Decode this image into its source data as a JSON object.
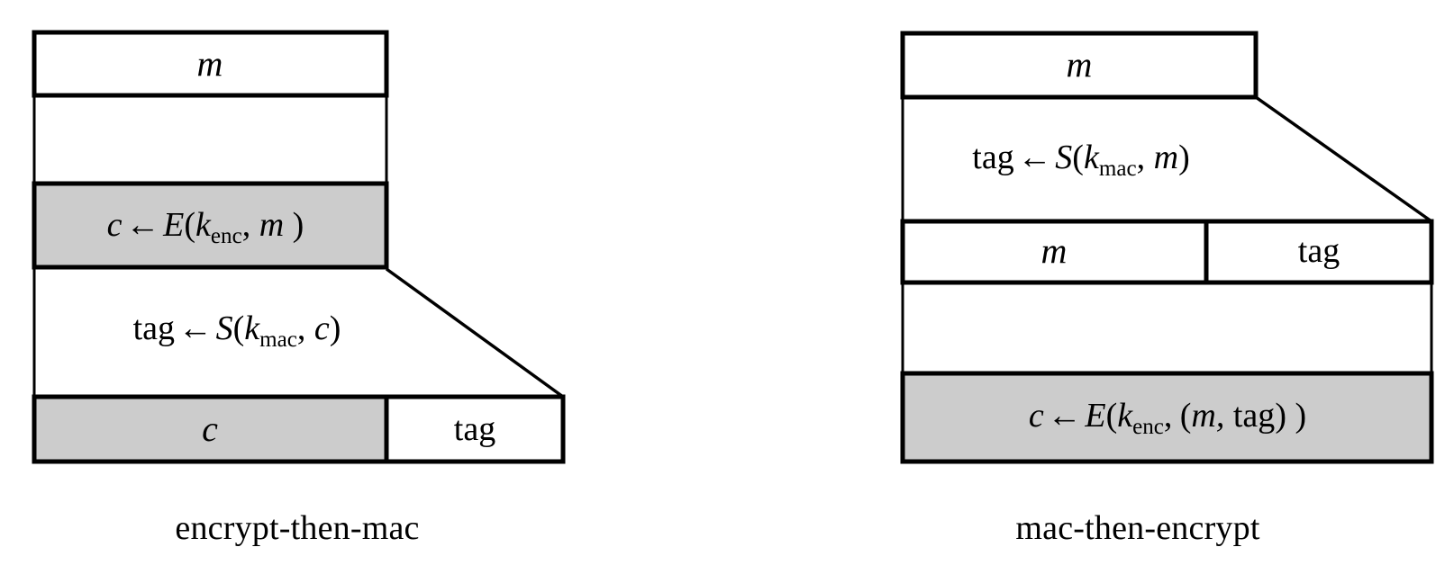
{
  "figure": {
    "title": "",
    "background_color": "#ffffff",
    "line_color": "#000000",
    "highlight_fill": "#cccccc",
    "plain_fill": "#ffffff"
  },
  "panels": [
    {
      "id": "encrypt-then-mac",
      "caption": "encrypt-then-mac",
      "rows": [
        {
          "id": "message-row",
          "cells": [
            {
              "id": "message-cell",
              "label_plain": "m",
              "label_parts": [
                {
                  "text": "m",
                  "style": "math"
                }
              ],
              "fill": "#ffffff"
            }
          ]
        },
        {
          "id": "encrypt-step-row",
          "cells": [
            {
              "id": "encrypt-step-cell",
              "label_plain": "c ← E(k_enc, m )",
              "label_parts": [
                {
                  "text": "c",
                  "style": "math"
                },
                {
                  "text": "←",
                  "style": "arrow"
                },
                {
                  "text": "E",
                  "style": "math"
                },
                {
                  "text": "(",
                  "style": "upright"
                },
                {
                  "text": "k",
                  "style": "math"
                },
                {
                  "text": "enc",
                  "style": "sub"
                },
                {
                  "text": ", ",
                  "style": "upright"
                },
                {
                  "text": "m",
                  "style": "math"
                },
                {
                  "text": " )",
                  "style": "upright"
                }
              ],
              "fill": "#cccccc"
            }
          ]
        },
        {
          "id": "mac-step-row",
          "cells": [
            {
              "id": "mac-step-cell",
              "label_plain": "tag ← S(k_mac, c)",
              "label_parts": [
                {
                  "text": "tag",
                  "style": "upright"
                },
                {
                  "text": "←",
                  "style": "arrow"
                },
                {
                  "text": "S",
                  "style": "math"
                },
                {
                  "text": "(",
                  "style": "upright"
                },
                {
                  "text": "k",
                  "style": "math"
                },
                {
                  "text": "mac",
                  "style": "sub"
                },
                {
                  "text": ", ",
                  "style": "upright"
                },
                {
                  "text": "c",
                  "style": "math"
                },
                {
                  "text": ")",
                  "style": "upright"
                }
              ],
              "fill": "#ffffff"
            }
          ]
        },
        {
          "id": "output-row",
          "cells": [
            {
              "id": "ciphertext-cell",
              "label_plain": "c",
              "label_parts": [
                {
                  "text": "c",
                  "style": "math"
                }
              ],
              "fill": "#cccccc"
            },
            {
              "id": "tag-cell",
              "label_plain": "tag",
              "label_parts": [
                {
                  "text": "tag",
                  "style": "upright"
                }
              ],
              "fill": "#ffffff"
            }
          ]
        }
      ]
    },
    {
      "id": "mac-then-encrypt",
      "caption": "mac-then-encrypt",
      "rows": [
        {
          "id": "message-row",
          "cells": [
            {
              "id": "message-cell",
              "label_plain": "m",
              "label_parts": [
                {
                  "text": "m",
                  "style": "math"
                }
              ],
              "fill": "#ffffff"
            }
          ]
        },
        {
          "id": "mac-step-row",
          "cells": [
            {
              "id": "mac-step-cell",
              "label_plain": "tag ← S(k_mac, m)",
              "label_parts": [
                {
                  "text": "tag",
                  "style": "upright"
                },
                {
                  "text": "←",
                  "style": "arrow"
                },
                {
                  "text": "S",
                  "style": "math"
                },
                {
                  "text": "(",
                  "style": "upright"
                },
                {
                  "text": "k",
                  "style": "math"
                },
                {
                  "text": "mac",
                  "style": "sub"
                },
                {
                  "text": ", ",
                  "style": "upright"
                },
                {
                  "text": "m",
                  "style": "math"
                },
                {
                  "text": ")",
                  "style": "upright"
                }
              ],
              "fill": "#ffffff"
            }
          ]
        },
        {
          "id": "tagged-message-row",
          "cells": [
            {
              "id": "message-part-cell",
              "label_plain": "m",
              "label_parts": [
                {
                  "text": "m",
                  "style": "math"
                }
              ],
              "fill": "#ffffff"
            },
            {
              "id": "tag-part-cell",
              "label_plain": "tag",
              "label_parts": [
                {
                  "text": "tag",
                  "style": "upright"
                }
              ],
              "fill": "#ffffff"
            }
          ]
        },
        {
          "id": "encrypt-step-row",
          "cells": [
            {
              "id": "encrypt-step-cell",
              "label_plain": "c ← E(k_enc,  (m, tag) )",
              "label_parts": [
                {
                  "text": "c",
                  "style": "math"
                },
                {
                  "text": "←",
                  "style": "arrow"
                },
                {
                  "text": "E",
                  "style": "math"
                },
                {
                  "text": "(",
                  "style": "upright"
                },
                {
                  "text": "k",
                  "style": "math"
                },
                {
                  "text": "enc",
                  "style": "sub"
                },
                {
                  "text": ",  (",
                  "style": "upright"
                },
                {
                  "text": "m",
                  "style": "math"
                },
                {
                  "text": ", tag) )",
                  "style": "upright"
                }
              ],
              "fill": "#cccccc"
            }
          ]
        }
      ]
    }
  ]
}
